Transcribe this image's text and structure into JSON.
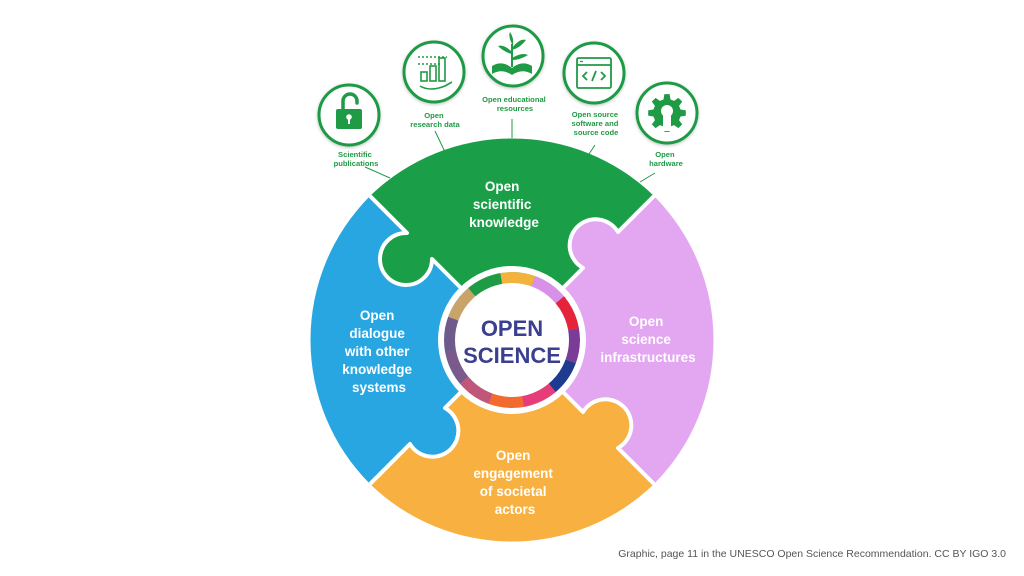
{
  "center": {
    "line1": "OPEN",
    "line2": "SCIENCE"
  },
  "segments": {
    "knowledge": {
      "color": "#1a9f48",
      "lines": [
        "Open",
        "scientific",
        "knowledge"
      ]
    },
    "infrastructures": {
      "color": "#e3a6f1",
      "lines": [
        "Open",
        "science",
        "infrastructures"
      ]
    },
    "engagement": {
      "color": "#f8b040",
      "lines": [
        "Open",
        "engagement",
        "of societal",
        "actors"
      ]
    },
    "dialogue": {
      "color": "#27a6e2",
      "lines": [
        "Open",
        "dialogue",
        "with other",
        "knowledge",
        "systems"
      ]
    }
  },
  "icons": [
    {
      "icon": "open-padlock",
      "lines": [
        "Scientific",
        "publications"
      ]
    },
    {
      "icon": "bar-chart-hand",
      "lines": [
        "Open",
        "research data"
      ]
    },
    {
      "icon": "open-book-plant",
      "lines": [
        "Open educational",
        "resources"
      ]
    },
    {
      "icon": "code-window",
      "lines": [
        "Open source",
        "software and",
        "source code"
      ]
    },
    {
      "icon": "gear",
      "lines": [
        "Open",
        "hardware"
      ]
    }
  ],
  "ring_colors": [
    "#f2b23b",
    "#d990e8",
    "#e5243b",
    "#7a3c96",
    "#1f3b8f",
    "#e63c7a",
    "#f26a2d",
    "#c0577a",
    "#7a5a8c",
    "#6e5b8c",
    "#c8a36a",
    "#1f9a45"
  ],
  "caption": "Graphic, page 11 in the UNESCO Open Science Recommendation. CC BY IGO 3.0"
}
